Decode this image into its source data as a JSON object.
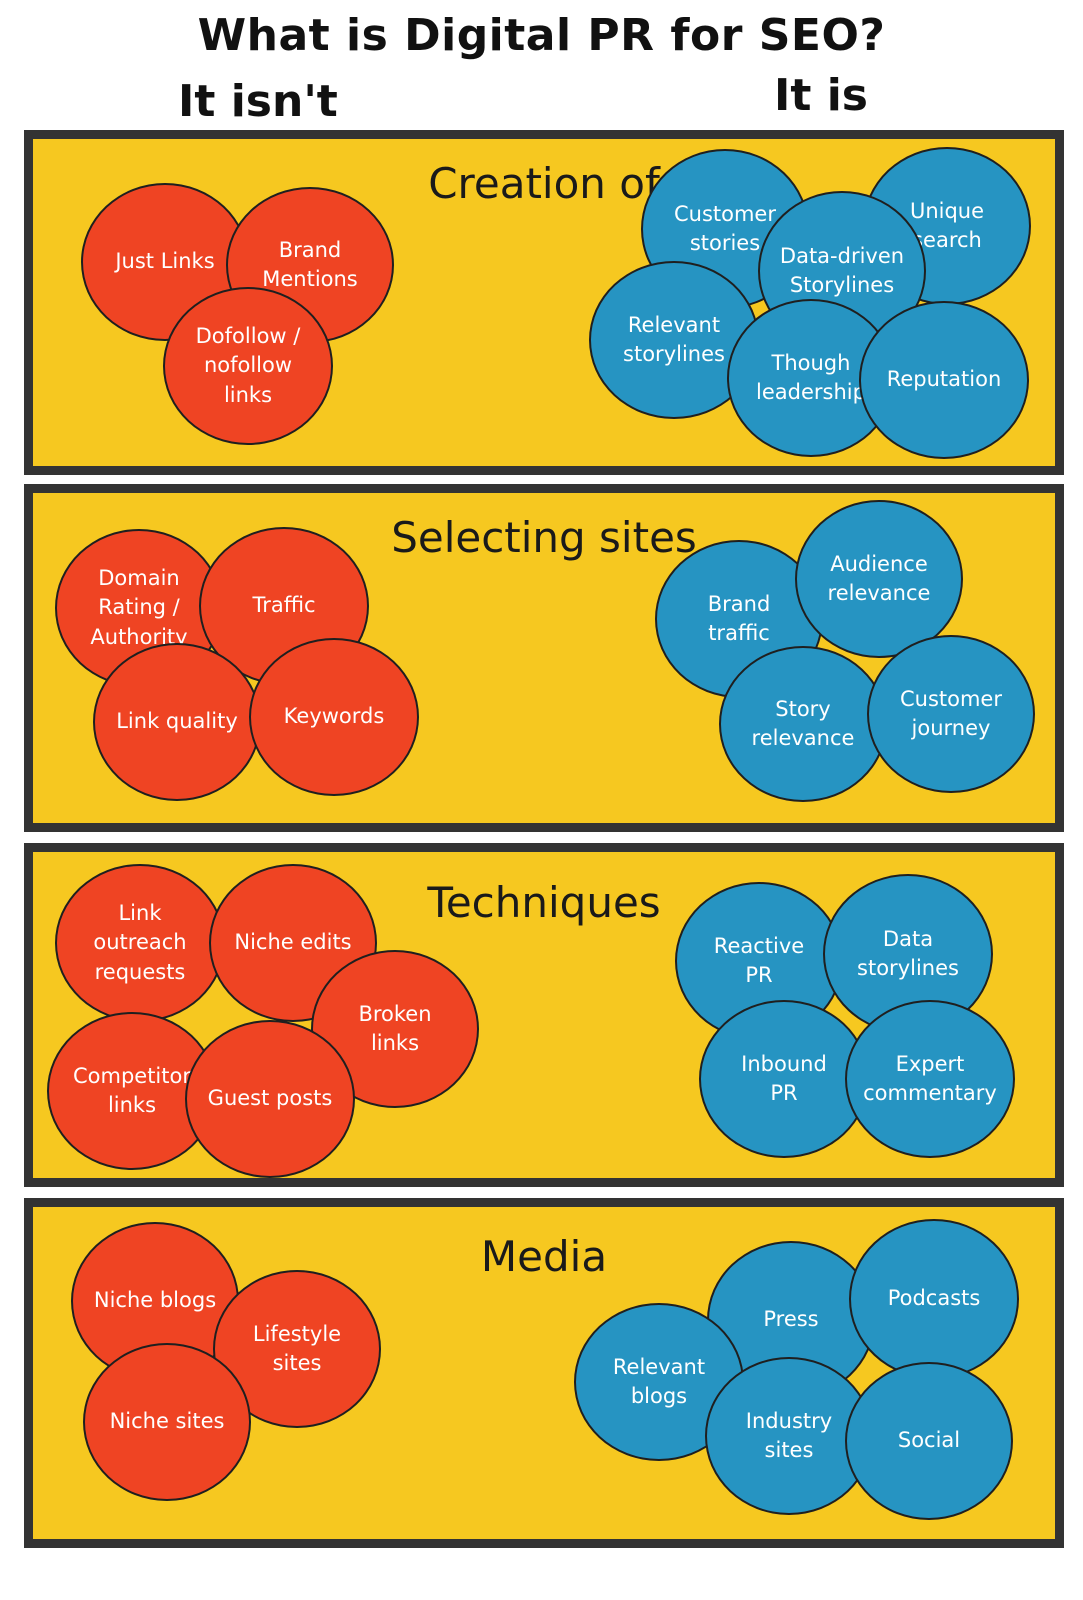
{
  "title": "What is Digital PR for SEO?",
  "columns": {
    "isnt": "It isn't",
    "is": "It is"
  },
  "colors": {
    "panel": "#f6c820",
    "border": "#333333",
    "isnt": "#ef4423",
    "is": "#2694c2"
  },
  "sections": [
    {
      "heading": "Creation of",
      "isnt": [
        "Just Links",
        "Brand\nMentions",
        "Dofollow /\nnofollow\nlinks"
      ],
      "is": [
        "Customer\nstories",
        "Unique\nsearch",
        "Relevant\nstorylines",
        "Data-driven\nStorylines",
        "Though\nleadership",
        "Reputation"
      ]
    },
    {
      "heading": "Selecting sites",
      "isnt": [
        "Domain\nRating /\nAuthority",
        "Traffic",
        "Link quality",
        "Keywords"
      ],
      "is": [
        "Brand\ntraffic",
        "Audience\nrelevance",
        "Story\nrelevance",
        "Customer\njourney"
      ]
    },
    {
      "heading": "Techniques",
      "isnt": [
        "Link\noutreach\nrequests",
        "Niche edits",
        "Broken\nlinks",
        "Competitor\nlinks",
        "Guest posts"
      ],
      "is": [
        "Reactive\nPR",
        "Data\nstorylines",
        "Inbound\nPR",
        "Expert\ncommentary"
      ]
    },
    {
      "heading": "Media",
      "isnt": [
        "Niche blogs",
        "Lifestyle\nsites",
        "Niche sites"
      ],
      "is": [
        "Press",
        "Podcasts",
        "Relevant\nblogs",
        "Industry\nsites",
        "Social"
      ]
    }
  ]
}
